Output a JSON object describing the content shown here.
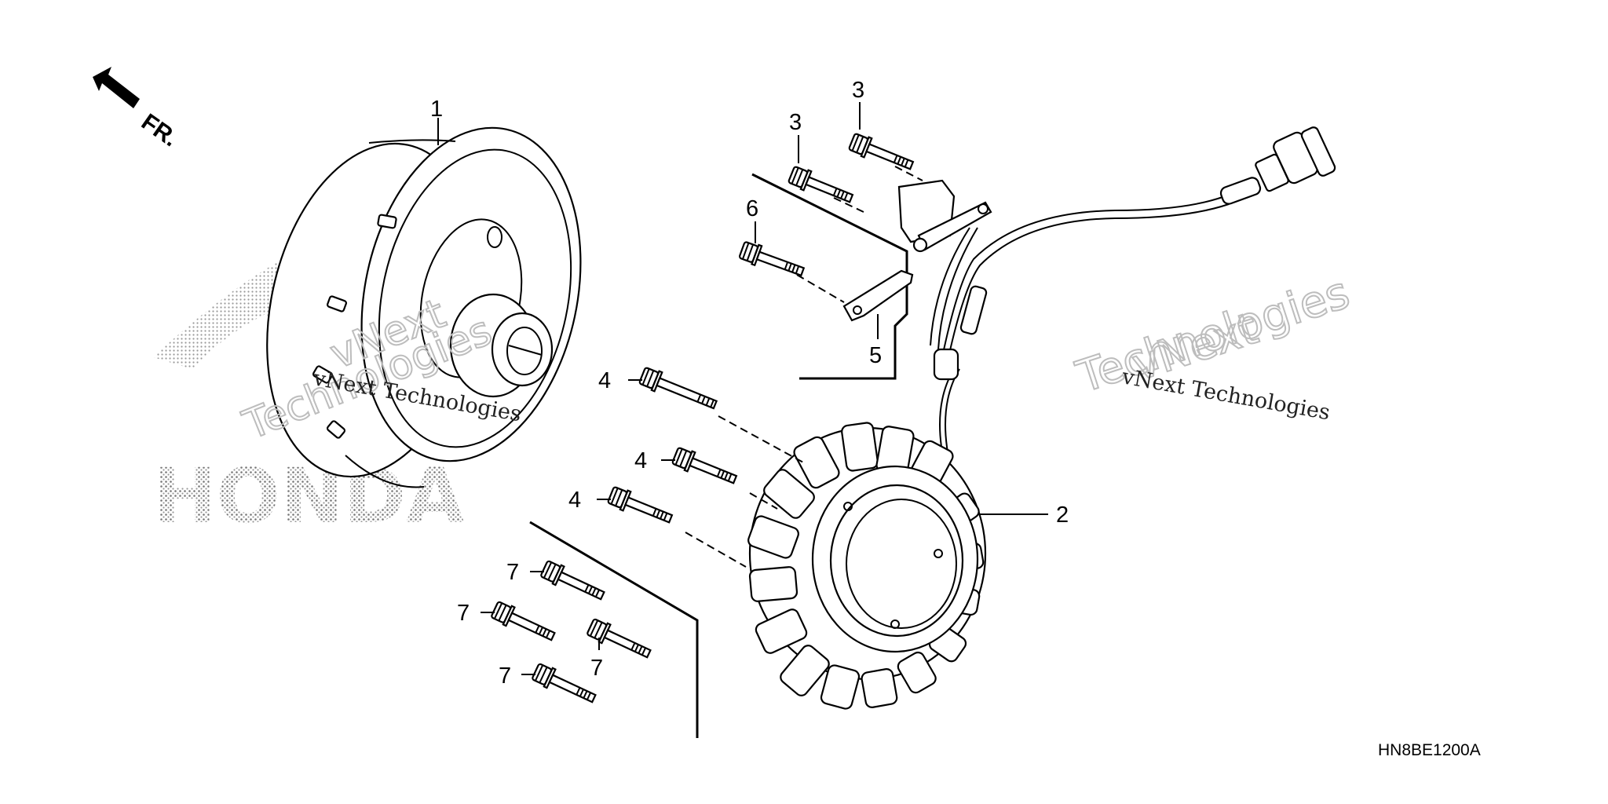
{
  "direction_label": "FR.",
  "diagram_code": "HN8BE1200A",
  "brand_watermark": "HONDA",
  "watermark_small": "vNext Technologies",
  "watermark_outline_1": "vNext",
  "watermark_outline_2": "Technologies",
  "callouts": {
    "flywheel": "1",
    "stator": "2",
    "bolt_3a": "3",
    "bolt_3b": "3",
    "bolt_4a": "4",
    "bolt_4b": "4",
    "bolt_4c": "4",
    "bracket": "5",
    "bolt_6": "6",
    "bolt_7a": "7",
    "bolt_7b": "7",
    "bolt_7c": "7",
    "bolt_7d": "7"
  }
}
